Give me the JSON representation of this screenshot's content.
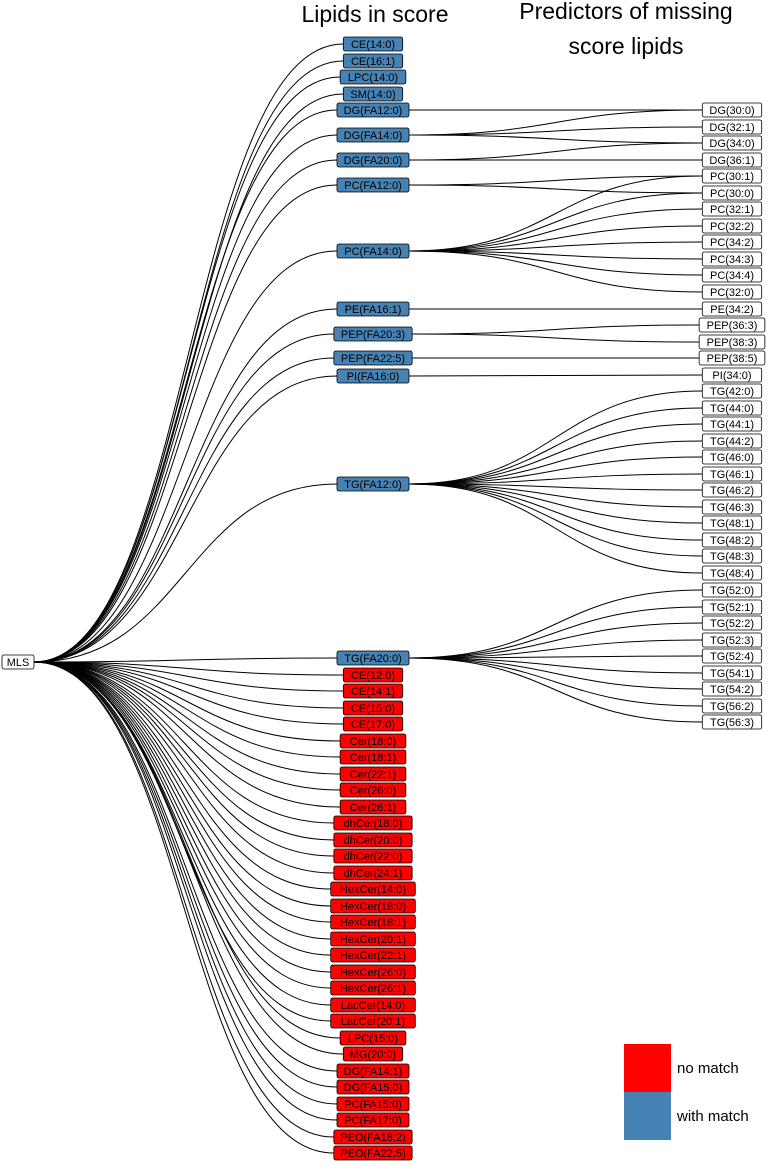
{
  "headers": {
    "score": "Lipids in score",
    "predictors_line1": "Predictors of missing",
    "predictors_line2": "score lipids"
  },
  "root": "MLS",
  "colors": {
    "with_match": "#4682B4",
    "no_match": "#FF0000",
    "predictor": "#FFFFFF"
  },
  "score_lipids": [
    {
      "label": "CE(14:0)",
      "status": "with_match"
    },
    {
      "label": "CE(16:1)",
      "status": "with_match"
    },
    {
      "label": "LPC(14:0)",
      "status": "with_match"
    },
    {
      "label": "SM(14:0)",
      "status": "with_match"
    },
    {
      "label": "DG(FA12:0)",
      "status": "with_match"
    },
    {
      "label": "DG(FA14:0)",
      "status": "with_match"
    },
    {
      "label": "DG(FA20:0)",
      "status": "with_match"
    },
    {
      "label": "PC(FA12:0)",
      "status": "with_match"
    },
    {
      "label": "PC(FA14:0)",
      "status": "with_match"
    },
    {
      "label": "PE(FA16:1)",
      "status": "with_match"
    },
    {
      "label": "PEP(FA20:3)",
      "status": "with_match"
    },
    {
      "label": "PEP(FA22:5)",
      "status": "with_match"
    },
    {
      "label": "PI(FA16:0)",
      "status": "with_match"
    },
    {
      "label": "TG(FA12:0)",
      "status": "with_match"
    },
    {
      "label": "TG(FA20:0)",
      "status": "with_match"
    },
    {
      "label": "CE(12:0)",
      "status": "no_match"
    },
    {
      "label": "CE(14:1)",
      "status": "no_match"
    },
    {
      "label": "CE(15:0)",
      "status": "no_match"
    },
    {
      "label": "CE(17:0)",
      "status": "no_match"
    },
    {
      "label": "Cer(18:0)",
      "status": "no_match"
    },
    {
      "label": "Cer(18:1)",
      "status": "no_match"
    },
    {
      "label": "Cer(22:1)",
      "status": "no_match"
    },
    {
      "label": "Cer(26:0)",
      "status": "no_match"
    },
    {
      "label": "Cer(26:1)",
      "status": "no_match"
    },
    {
      "label": "dhCer(18:0)",
      "status": "no_match"
    },
    {
      "label": "dhCer(20:0)",
      "status": "no_match"
    },
    {
      "label": "dhCer(22:0)",
      "status": "no_match"
    },
    {
      "label": "dhCer(24:1)",
      "status": "no_match"
    },
    {
      "label": "HexCer(14:0)",
      "status": "no_match"
    },
    {
      "label": "HexCer(18:0)",
      "status": "no_match"
    },
    {
      "label": "HexCer(18:1)",
      "status": "no_match"
    },
    {
      "label": "HexCer(20:1)",
      "status": "no_match"
    },
    {
      "label": "HexCer(22:1)",
      "status": "no_match"
    },
    {
      "label": "HexCer(26:0)",
      "status": "no_match"
    },
    {
      "label": "HexCer(26:1)",
      "status": "no_match"
    },
    {
      "label": "LacCer(14:0)",
      "status": "no_match"
    },
    {
      "label": "LacCer(20:1)",
      "status": "no_match"
    },
    {
      "label": "LPC(15:0)",
      "status": "no_match"
    },
    {
      "label": "MG(20:0)",
      "status": "no_match"
    },
    {
      "label": "DG(FA14:1)",
      "status": "no_match"
    },
    {
      "label": "DG(FA15:0)",
      "status": "no_match"
    },
    {
      "label": "PC(FA15:0)",
      "status": "no_match"
    },
    {
      "label": "PC(FA17:0)",
      "status": "no_match"
    },
    {
      "label": "PEO(FA18:2)",
      "status": "no_match"
    },
    {
      "label": "PEO(FA22:5)",
      "status": "no_match"
    }
  ],
  "predictors": [
    "DG(30:0)",
    "DG(32:1)",
    "DG(34:0)",
    "DG(36:1)",
    "PC(30:1)",
    "PC(30:0)",
    "PC(32:1)",
    "PC(32:2)",
    "PC(34:2)",
    "PC(34:3)",
    "PC(34:4)",
    "PC(32:0)",
    "PE(34:2)",
    "PEP(36:3)",
    "PEP(38:3)",
    "PEP(38:5)",
    "PI(34:0)",
    "TG(42:0)",
    "TG(44:0)",
    "TG(44:1)",
    "TG(44:2)",
    "TG(46:0)",
    "TG(46:1)",
    "TG(46:2)",
    "TG(46:3)",
    "TG(48:1)",
    "TG(48:2)",
    "TG(48:3)",
    "TG(48:4)",
    "TG(52:0)",
    "TG(52:1)",
    "TG(52:2)",
    "TG(52:3)",
    "TG(52:4)",
    "TG(54:1)",
    "TG(54:2)",
    "TG(56:2)",
    "TG(56:3)"
  ],
  "edges": [
    [
      "DG(FA12:0)",
      "DG(30:0)"
    ],
    [
      "DG(FA14:0)",
      "DG(30:0)"
    ],
    [
      "DG(FA14:0)",
      "DG(32:1)"
    ],
    [
      "DG(FA14:0)",
      "DG(34:0)"
    ],
    [
      "DG(FA20:0)",
      "DG(34:0)"
    ],
    [
      "DG(FA20:0)",
      "DG(36:1)"
    ],
    [
      "PC(FA12:0)",
      "PC(30:1)"
    ],
    [
      "PC(FA12:0)",
      "PC(30:0)"
    ],
    [
      "PC(FA14:0)",
      "PC(30:1)"
    ],
    [
      "PC(FA14:0)",
      "PC(30:0)"
    ],
    [
      "PC(FA14:0)",
      "PC(32:1)"
    ],
    [
      "PC(FA14:0)",
      "PC(32:2)"
    ],
    [
      "PC(FA14:0)",
      "PC(34:2)"
    ],
    [
      "PC(FA14:0)",
      "PC(34:3)"
    ],
    [
      "PC(FA14:0)",
      "PC(34:4)"
    ],
    [
      "PC(FA14:0)",
      "PC(32:0)"
    ],
    [
      "PE(FA16:1)",
      "PE(34:2)"
    ],
    [
      "PEP(FA20:3)",
      "PEP(36:3)"
    ],
    [
      "PEP(FA20:3)",
      "PEP(38:3)"
    ],
    [
      "PEP(FA22:5)",
      "PEP(38:5)"
    ],
    [
      "PI(FA16:0)",
      "PI(34:0)"
    ],
    [
      "TG(FA12:0)",
      "TG(42:0)"
    ],
    [
      "TG(FA12:0)",
      "TG(44:0)"
    ],
    [
      "TG(FA12:0)",
      "TG(44:1)"
    ],
    [
      "TG(FA12:0)",
      "TG(44:2)"
    ],
    [
      "TG(FA12:0)",
      "TG(46:0)"
    ],
    [
      "TG(FA12:0)",
      "TG(46:1)"
    ],
    [
      "TG(FA12:0)",
      "TG(46:2)"
    ],
    [
      "TG(FA12:0)",
      "TG(46:3)"
    ],
    [
      "TG(FA12:0)",
      "TG(48:1)"
    ],
    [
      "TG(FA12:0)",
      "TG(48:2)"
    ],
    [
      "TG(FA12:0)",
      "TG(48:3)"
    ],
    [
      "TG(FA12:0)",
      "TG(48:4)"
    ],
    [
      "TG(FA20:0)",
      "TG(52:0)"
    ],
    [
      "TG(FA20:0)",
      "TG(52:1)"
    ],
    [
      "TG(FA20:0)",
      "TG(52:2)"
    ],
    [
      "TG(FA20:0)",
      "TG(52:3)"
    ],
    [
      "TG(FA20:0)",
      "TG(52:4)"
    ],
    [
      "TG(FA20:0)",
      "TG(54:1)"
    ],
    [
      "TG(FA20:0)",
      "TG(54:2)"
    ],
    [
      "TG(FA20:0)",
      "TG(56:2)"
    ],
    [
      "TG(FA20:0)",
      "TG(56:3)"
    ]
  ],
  "legend": [
    {
      "label": "no match",
      "status": "no_match"
    },
    {
      "label": "with match",
      "status": "with_match"
    }
  ]
}
